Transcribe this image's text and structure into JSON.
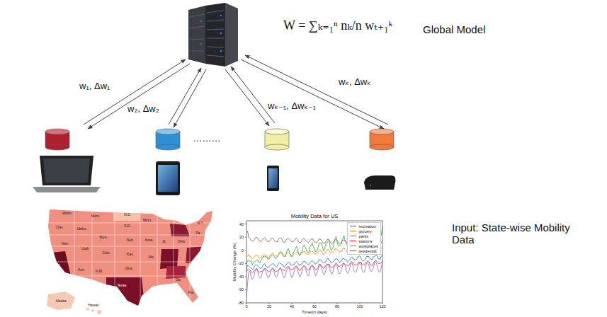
{
  "diagram": {
    "labels": [
      "W = ∑ₖ₌₁ⁿ nₖ/n wₜ₊₁ᵏ",
      "Global Model",
      "w₁, Δw₁",
      "w₂, Δw₂",
      "………",
      "wₖ₋₁, Δwₖ₋₁",
      "wₖ, Δwₖ",
      "Input: State-wise Mobility Data",
      "Mobility Data for US",
      "Mobility Change (%)",
      "Time(in days)",
      "40",
      "20",
      "0",
      "-20",
      "-40",
      "-60",
      "-80",
      "0",
      "20",
      "40",
      "60",
      "80",
      "100",
      "120",
      "Wash.",
      "Mont.",
      "N.D.",
      "Ore.",
      "Idaho",
      "Wyo.",
      "S.D.",
      "Minn.",
      "Nev.",
      "Utah",
      "Colo.",
      "Neb.",
      "Iowa",
      "Calif.",
      "Ariz.",
      "N.M.",
      "Kan.",
      "Mo.",
      "Okla.",
      "Texas",
      "Ill.",
      "Ohio",
      "Pa.",
      "N.Y.",
      "Ga.",
      "Fla.",
      "Alaska",
      "Hawaii"
    ],
    "legend": [
      {
        "text": "recreation"
      },
      {
        "text": "grocery"
      },
      {
        "text": "parks"
      },
      {
        "text": "stations"
      },
      {
        "text": "workplaces"
      },
      {
        "text": "residential"
      }
    ]
  }
}
